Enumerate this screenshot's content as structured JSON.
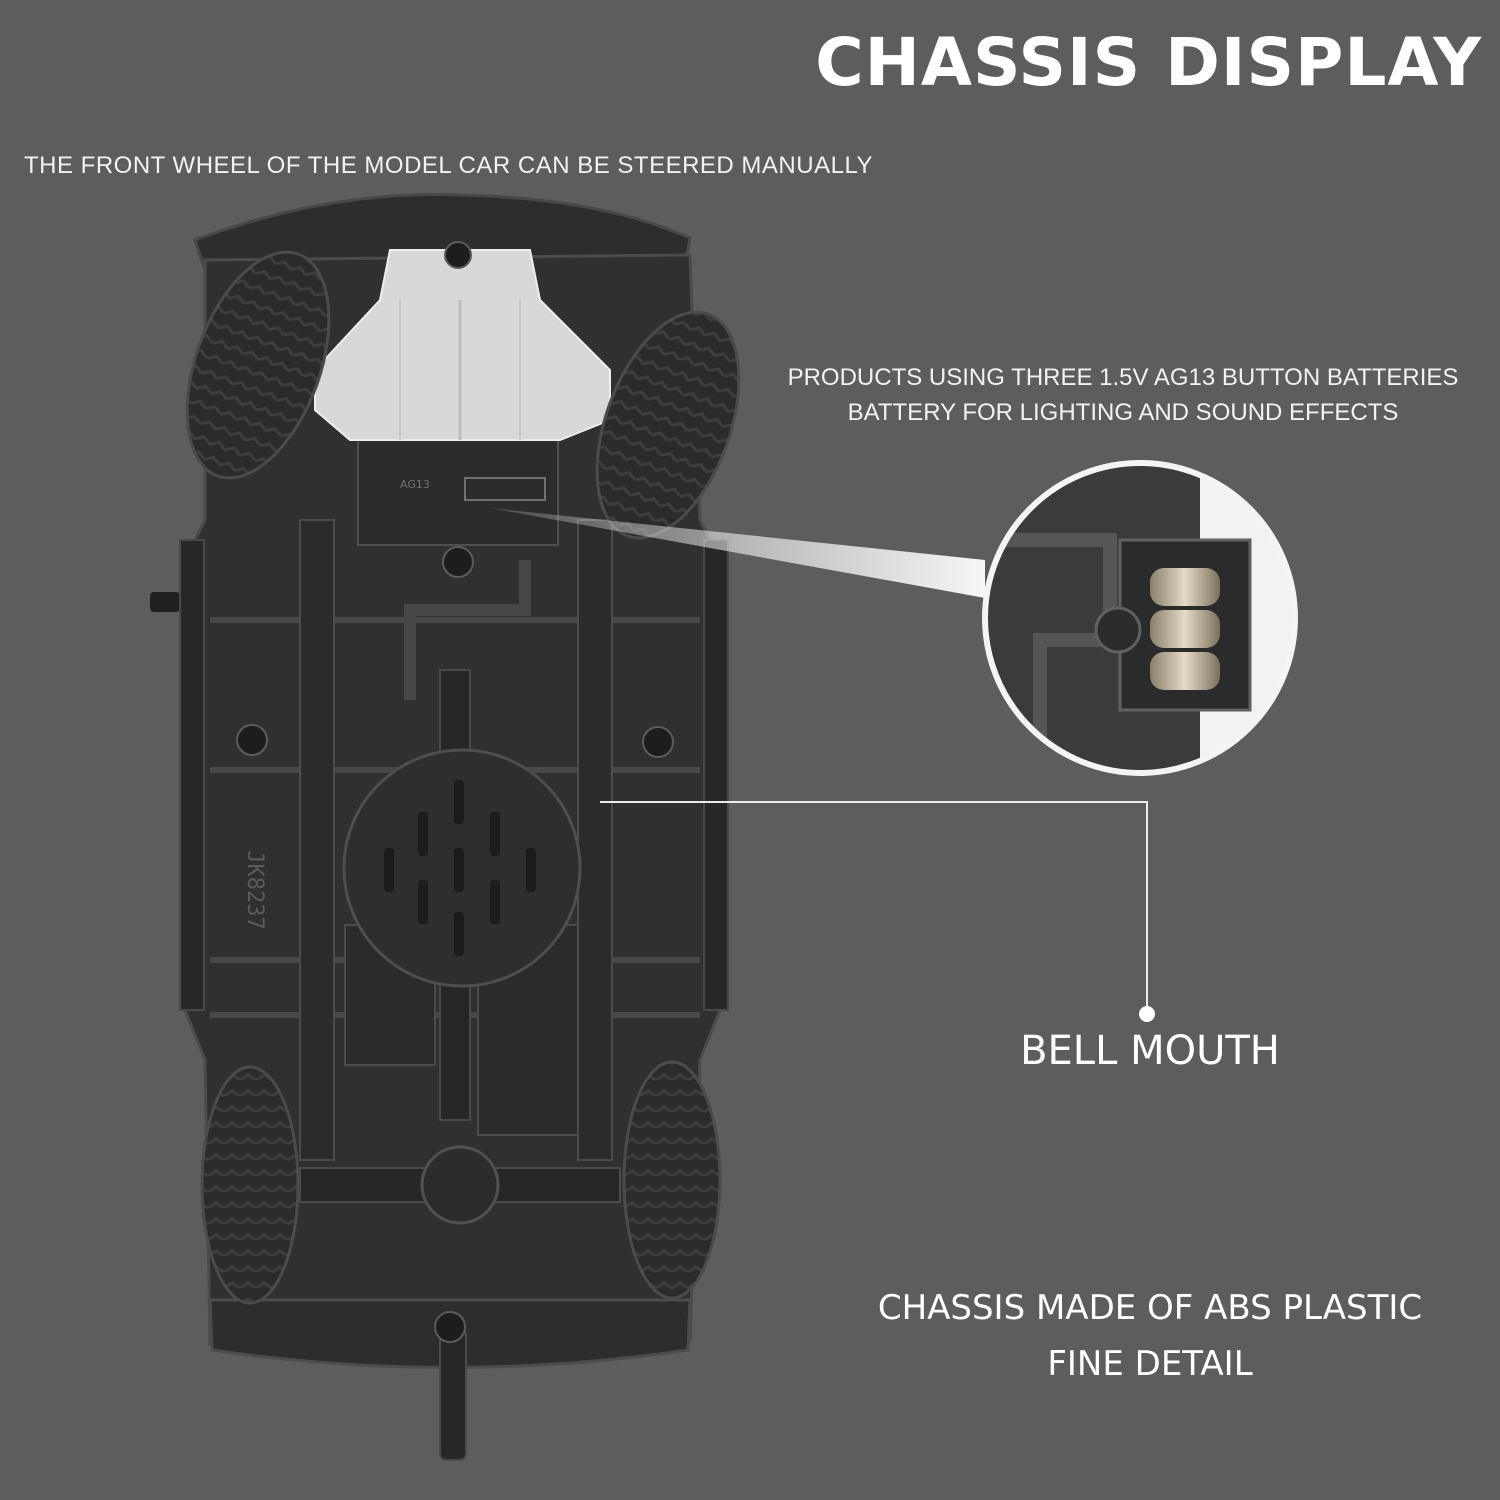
{
  "header": {
    "title": "CHASSIS DISPLAY",
    "subtitle": "THE FRONT WHEEL OF THE MODEL CAR CAN BE STEERED MANUALLY"
  },
  "battery": {
    "line1": "PRODUCTS USING THREE 1.5V AG13 BUTTON BATTERIES",
    "line2": "BATTERY FOR LIGHTING AND SOUND EFFECTS",
    "cover_code": "AG13"
  },
  "callouts": {
    "bell_mouth": "BELL MOUTH"
  },
  "chassis": {
    "line1": "CHASSIS MADE OF ABS PLASTIC",
    "line2": "FINE DETAIL"
  },
  "model_markings": {
    "side_code": "JK8237"
  },
  "colors": {
    "background": "#5d5d5d",
    "chassis": "#2f3031",
    "tire": "#2a2b2c",
    "skid_plate": "#d8d8d8",
    "text": "#ffffff"
  }
}
